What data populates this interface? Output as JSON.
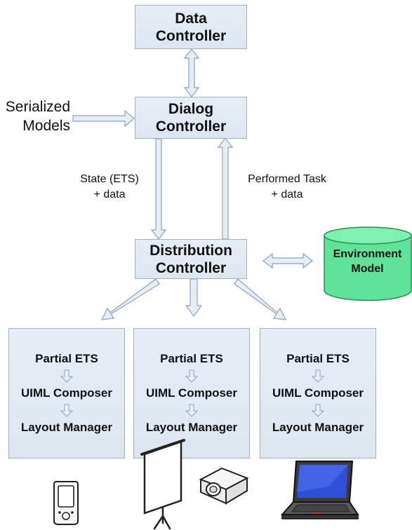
{
  "diagram": {
    "data_controller": [
      "Data",
      "Controller"
    ],
    "dialog_controller": [
      "Dialog",
      "Controller"
    ],
    "distribution_controller": [
      "Distribution",
      "Controller"
    ],
    "serialized_models": [
      "Serialized",
      "Models"
    ],
    "state_label": [
      "State (ETS)",
      "+ data"
    ],
    "performed_label": [
      "Performed Task",
      "+ data"
    ],
    "environment_model": [
      "Environment",
      "Model"
    ],
    "pipelines": [
      {
        "step1": "Partial ETS",
        "step2": "UIML Composer",
        "step3": "Layout Manager"
      },
      {
        "step1": "Partial ETS",
        "step2": "UIML Composer",
        "step3": "Layout Manager"
      },
      {
        "step1": "Partial ETS",
        "step2": "UIML Composer",
        "step3": "Layout Manager"
      }
    ],
    "devices": [
      "pda-icon",
      "projector-screen-icon",
      "projector-icon",
      "laptop-icon"
    ]
  },
  "colors": {
    "box_fill": "#e3eaf2",
    "box_border": "#9fb1c6",
    "arrow_fill": "#e6edf5",
    "arrow_stroke": "#8ea3ba",
    "env_fill": "#5fe39a",
    "laptop_screen": "#2f4fd8"
  }
}
